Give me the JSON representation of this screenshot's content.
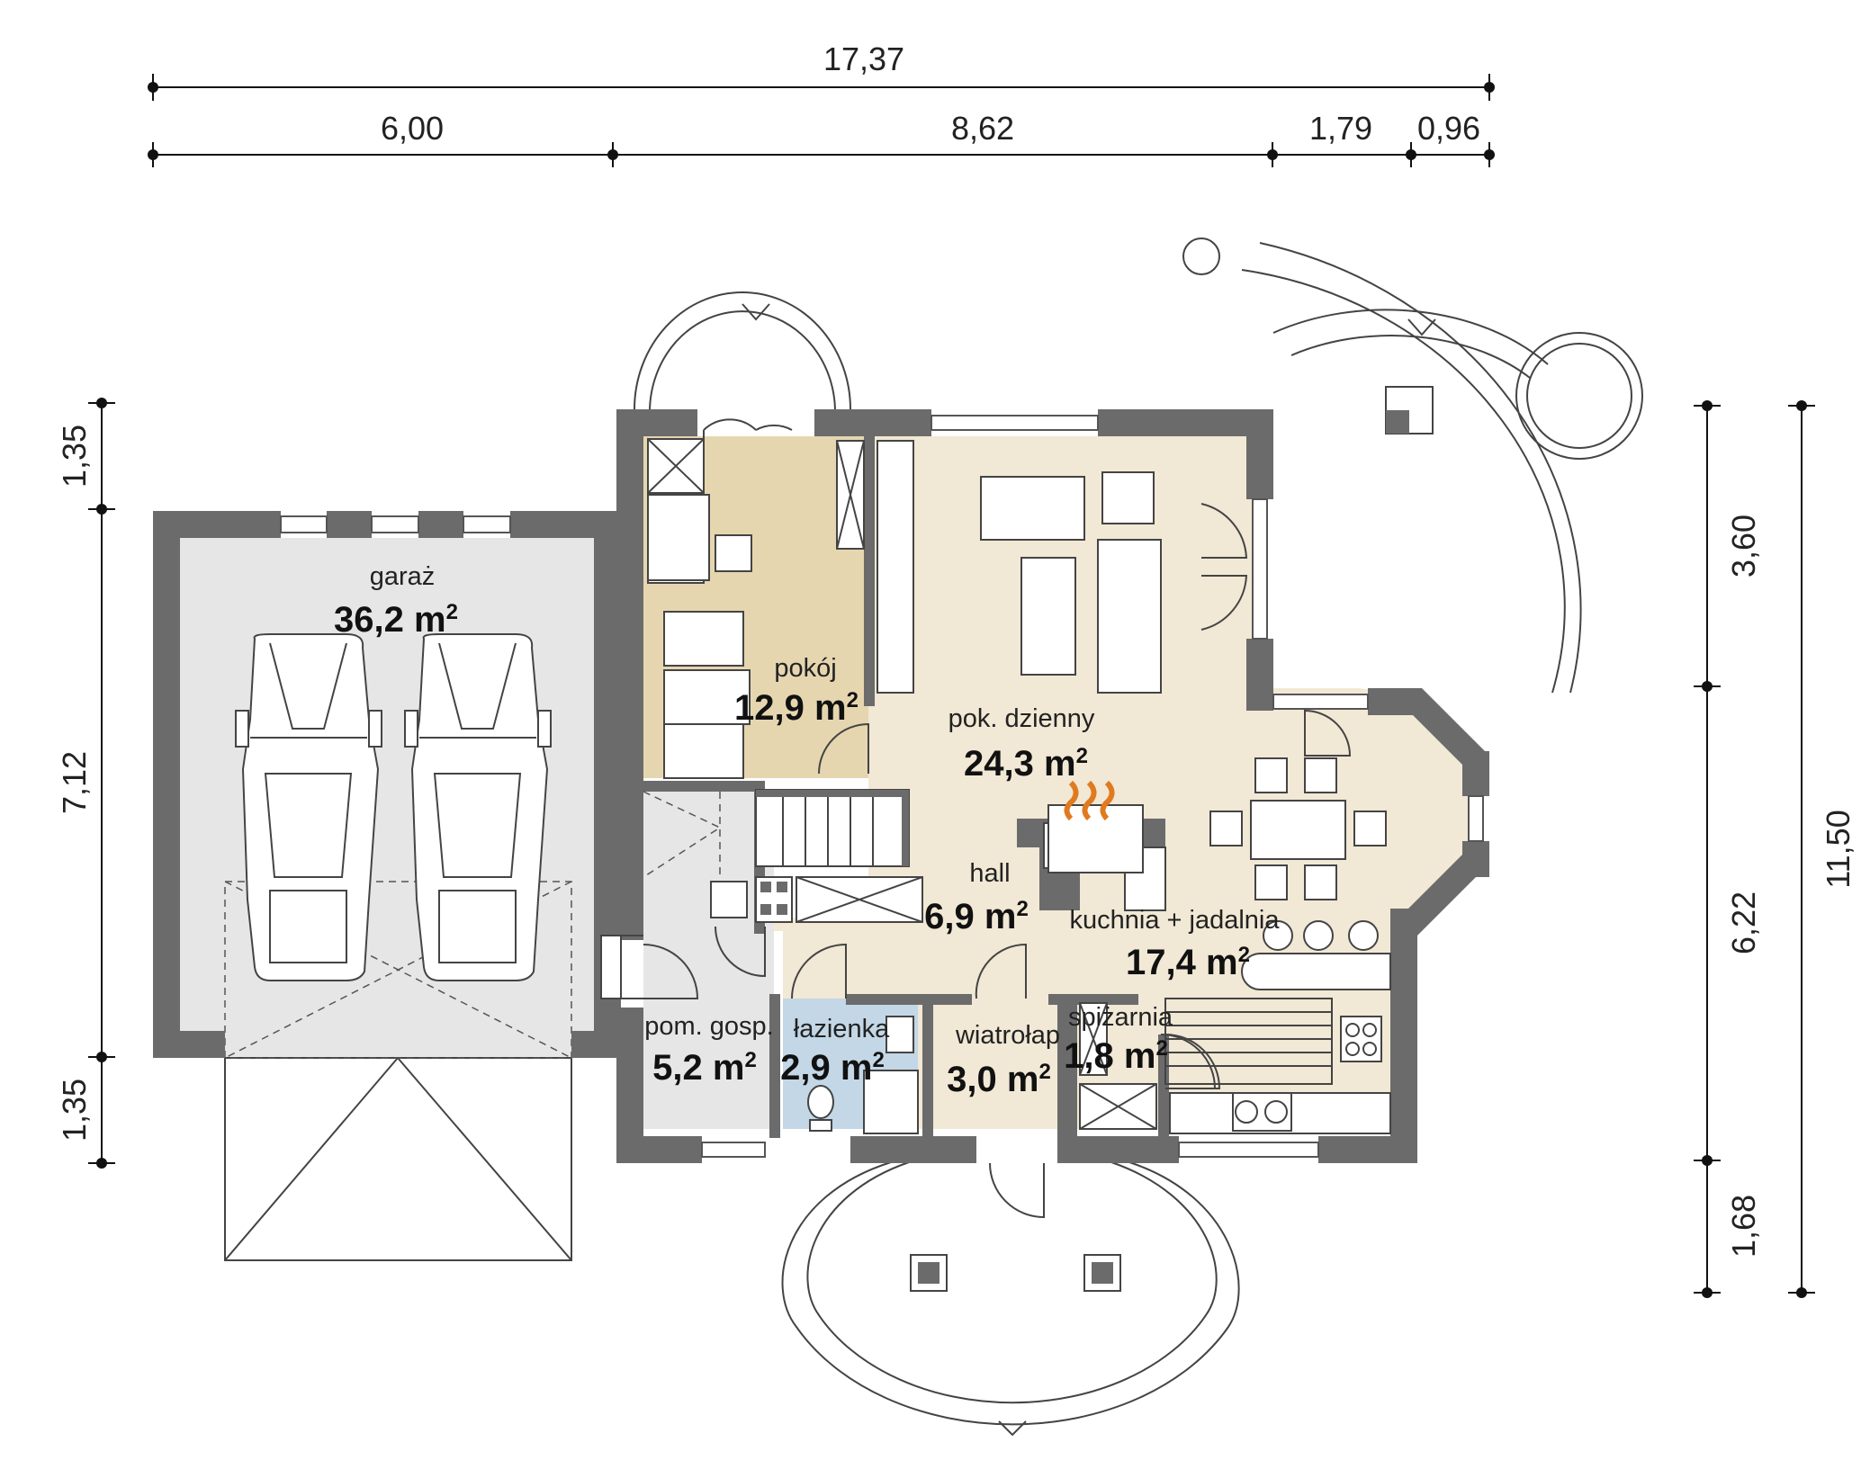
{
  "dimensions": {
    "top_total": "17,37",
    "top_segments": [
      "6,00",
      "8,62",
      "1,79",
      "0,96"
    ],
    "left_segments": [
      "1,35",
      "7,12",
      "1,35"
    ],
    "right_inner_segments": [
      "3,60",
      "6,22",
      "1,68"
    ],
    "right_total": "11,50"
  },
  "rooms": [
    {
      "id": "garaz",
      "name": "garaż",
      "area": "36,2 m",
      "color": "#e6e6e6"
    },
    {
      "id": "pokoj",
      "name": "pokój",
      "area": "12,9 m",
      "color": "#e6d6b0"
    },
    {
      "id": "pok-dzienny",
      "name": "pok. dzienny",
      "area": "24,3 m",
      "color": "#f1e8d5"
    },
    {
      "id": "hall",
      "name": "hall",
      "area": "6,9 m",
      "color": "#f1e8d5"
    },
    {
      "id": "kuchnia",
      "name": "kuchnia + jadalnia",
      "area": "17,4 m",
      "color": "#f1e8d5"
    },
    {
      "id": "pom-gosp",
      "name": "pom. gosp.",
      "area": "5,2 m",
      "color": "#e6e6e6"
    },
    {
      "id": "lazienka",
      "name": "łazienka",
      "area": "2,9 m",
      "color": "#c3d7e6"
    },
    {
      "id": "wiatrolap",
      "name": "wiatrołap",
      "area": "3,0 m",
      "color": "#f1e8d5"
    },
    {
      "id": "spizarnia",
      "name": "spiżarnia",
      "area": "1,8 m",
      "color": "#f1e8d5"
    }
  ],
  "area_superscript": "2",
  "colors": {
    "wall": "#6b6b6b",
    "beige": "#f1e8d5",
    "gray": "#e6e6e6",
    "tan": "#e6d6b0",
    "blue": "#c3d7e6"
  }
}
